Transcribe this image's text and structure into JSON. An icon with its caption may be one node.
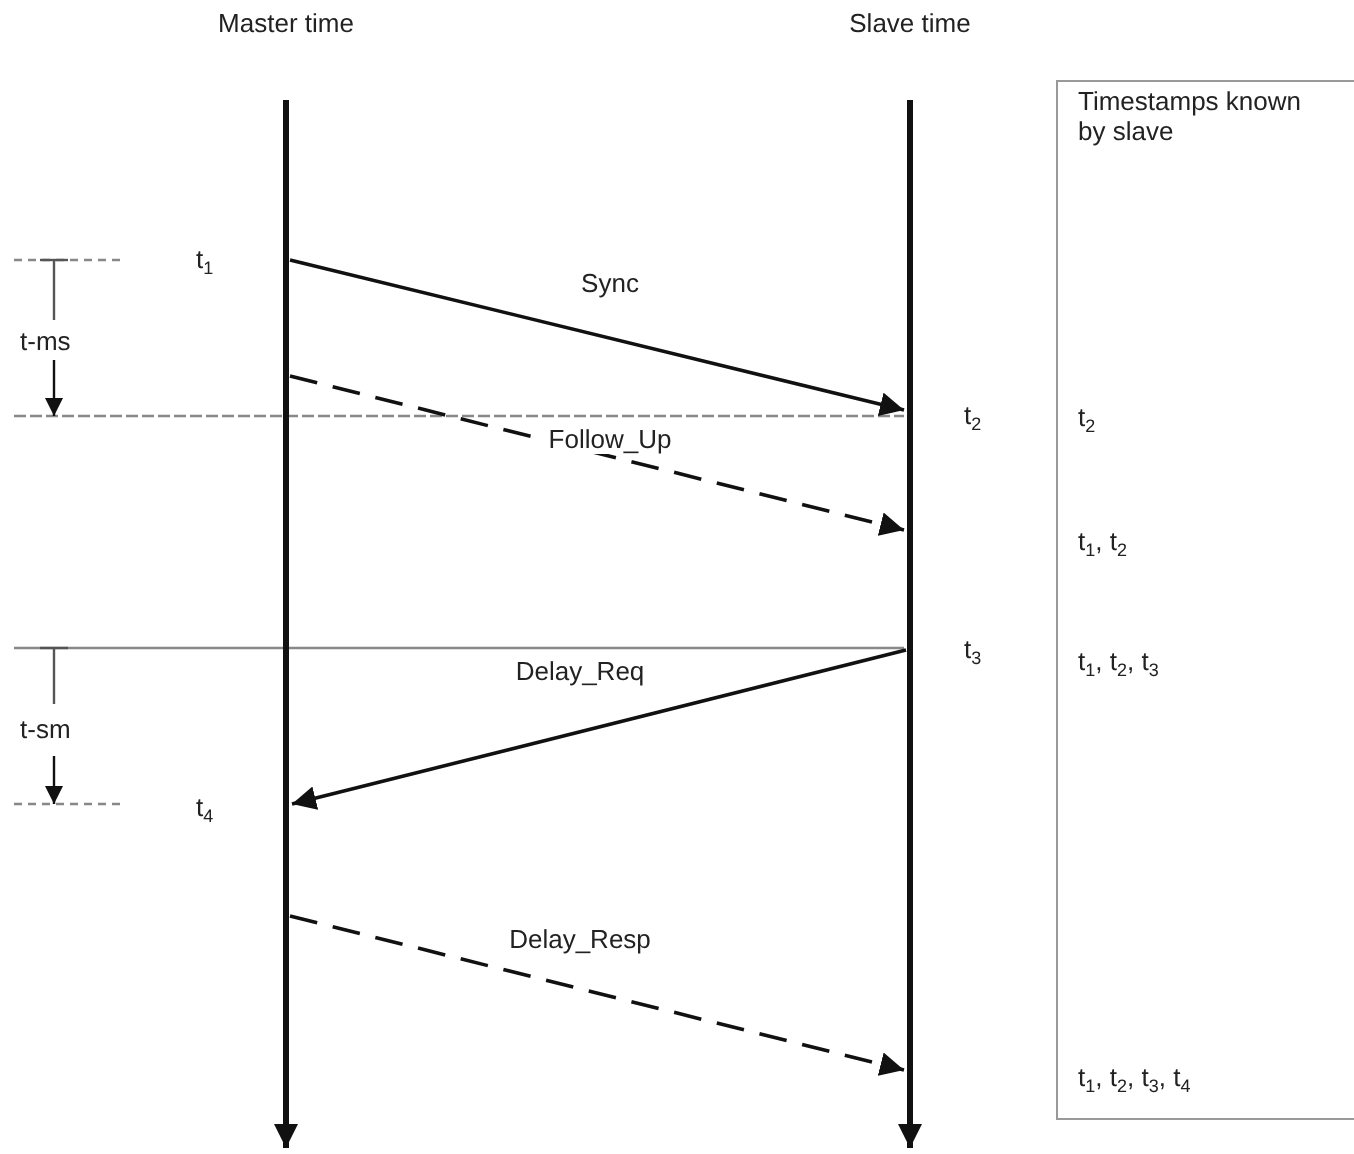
{
  "diagram": {
    "nodes": [
      {
        "text": [
          "Master time"
        ]
      },
      {
        "text": [
          "Slave time"
        ]
      },
      {
        "text": [
          "Timestamps known by slave",
          "t$_{2}$",
          "t$_{1}$, t$_{2}$",
          "t$_{1}$, t$_{2}$, t$_{3}$",
          "t$_{1}$, t$_{2}$, t$_{3}$, t$_{4}$"
        ]
      }
    ],
    "edges": [
      {
        "from": 0,
        "to": 1,
        "arrow": "to",
        "label": "Sync"
      },
      {
        "from": 0,
        "to": 1,
        "arrow": "to",
        "label": "Follow_Up",
        "style": "dashed"
      },
      {
        "from": 1,
        "to": 0,
        "arrow": "to",
        "label": "Delay_Req"
      },
      {
        "from": 0,
        "to": 1,
        "arrow": "to",
        "label": "Delay_Resp",
        "style": "dashed"
      }
    ],
    "labels": [
      "t$_{1}$",
      "t-ms",
      "t$_{2}$",
      "t$_{3}$",
      "t-sm",
      "t$_{4}$"
    ]
  }
}
